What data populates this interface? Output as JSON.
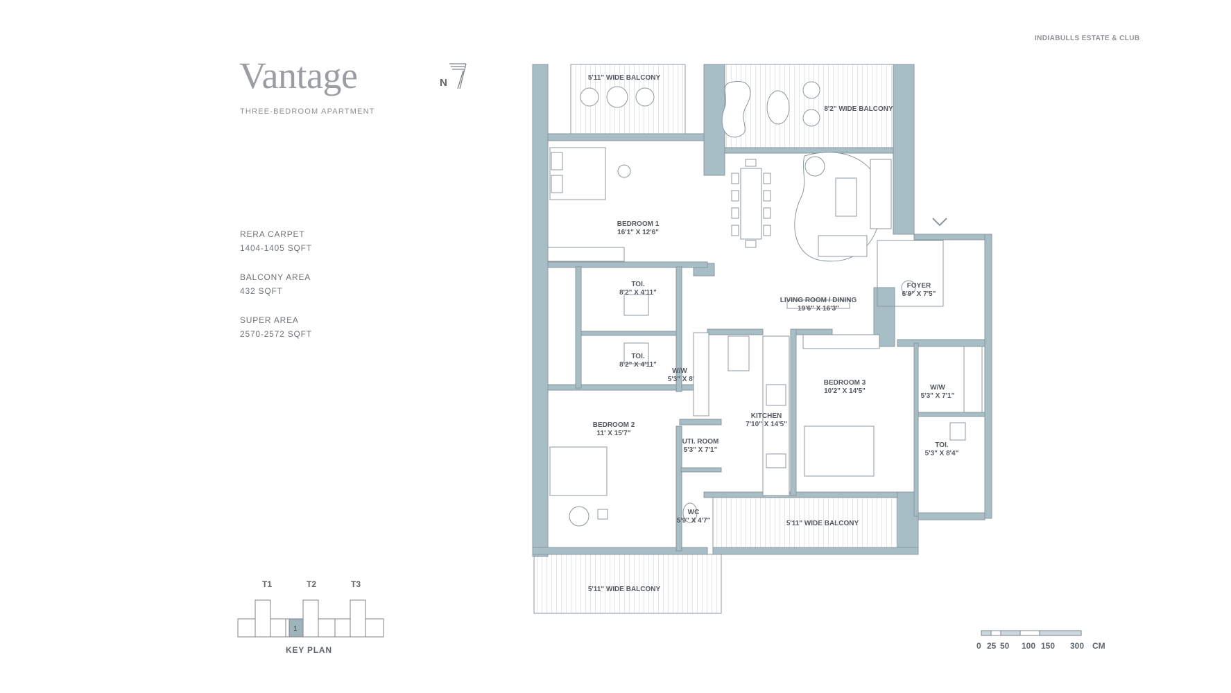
{
  "header": {
    "brand": "INDIABULLS ESTATE & CLUB"
  },
  "title": {
    "main": "Vantage",
    "subtitle": "THREE-BEDROOM APARTMENT"
  },
  "compass": {
    "label": "N"
  },
  "stats": [
    {
      "label": "RERA CARPET",
      "value": "1404-1405 SQFT"
    },
    {
      "label": "BALCONY AREA",
      "value": "432 SQFT"
    },
    {
      "label": "SUPER AREA",
      "value": "2570-2572 SQFT"
    }
  ],
  "keyplan": {
    "towers": [
      "T1",
      "T2",
      "T3"
    ],
    "unit": "1",
    "label": "KEY PLAN"
  },
  "scale": {
    "ticks": [
      "0",
      "25",
      "50",
      "100",
      "150",
      "300"
    ],
    "unit": "CM"
  },
  "rooms": {
    "balcony_top_left": {
      "name": "5'11\" WIDE BALCONY"
    },
    "balcony_top_right": {
      "name": "8'2\" WIDE BALCONY"
    },
    "bedroom1": {
      "name": "BEDROOM 1",
      "dim": "16'1\" X 12'6\""
    },
    "toi1": {
      "name": "TOI.",
      "dim": "8'2\" X 4'11\""
    },
    "toi2": {
      "name": "TOI.",
      "dim": "8'2\" X 4'11\""
    },
    "living": {
      "name": "LIVING ROOM / DINING",
      "dim": "19'6\" X 16'3\""
    },
    "foyer": {
      "name": "FOYER",
      "dim": "6'9\" X 7'5\""
    },
    "wiw1": {
      "name": "W/W",
      "dim": "5'3\" X 8'"
    },
    "bedroom3": {
      "name": "BEDROOM 3",
      "dim": "10'2\" X 14'5\""
    },
    "wiw2": {
      "name": "W/W",
      "dim": "5'3\" X 7'1\""
    },
    "bedroom2": {
      "name": "BEDROOM 2",
      "dim": "11' X 15'7\""
    },
    "kitchen": {
      "name": "KITCHEN",
      "dim": "7'10\" X 14'5\""
    },
    "util": {
      "name": "UTI. ROOM",
      "dim": "5'3\" X 7'1\""
    },
    "toi3": {
      "name": "TOI.",
      "dim": "5'3\" X 8'4\""
    },
    "wc": {
      "name": "WC",
      "dim": "5'9\" X 4'7\""
    },
    "balcony_mid": {
      "name": "5'11\" WIDE BALCONY"
    },
    "balcony_bottom": {
      "name": "5'11\" WIDE BALCONY"
    }
  },
  "colors": {
    "wall": "#a7bec6",
    "line": "#8b979c",
    "text": "#53595e"
  }
}
